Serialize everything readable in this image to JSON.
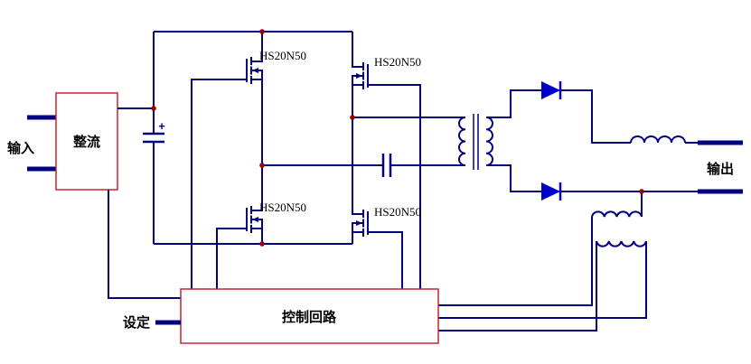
{
  "labels": {
    "input": "输入",
    "rectifier": "整流",
    "output": "输出",
    "setting": "设定",
    "control_loop": "控制回路",
    "capacitor_plus": "+"
  },
  "components": {
    "mosfets": [
      {
        "id": "top-left",
        "label": "HS20N50"
      },
      {
        "id": "top-right",
        "label": "HS20N50"
      },
      {
        "id": "bottom-left",
        "label": "HS20N50"
      },
      {
        "id": "bottom-right",
        "label": "HS20N50"
      }
    ]
  },
  "colors": {
    "background": "#ffffff",
    "wire": "#000080",
    "box_outline": "#cc2233",
    "junction": "#990000",
    "diode_fill": "#0000cc",
    "text": "#000000"
  }
}
